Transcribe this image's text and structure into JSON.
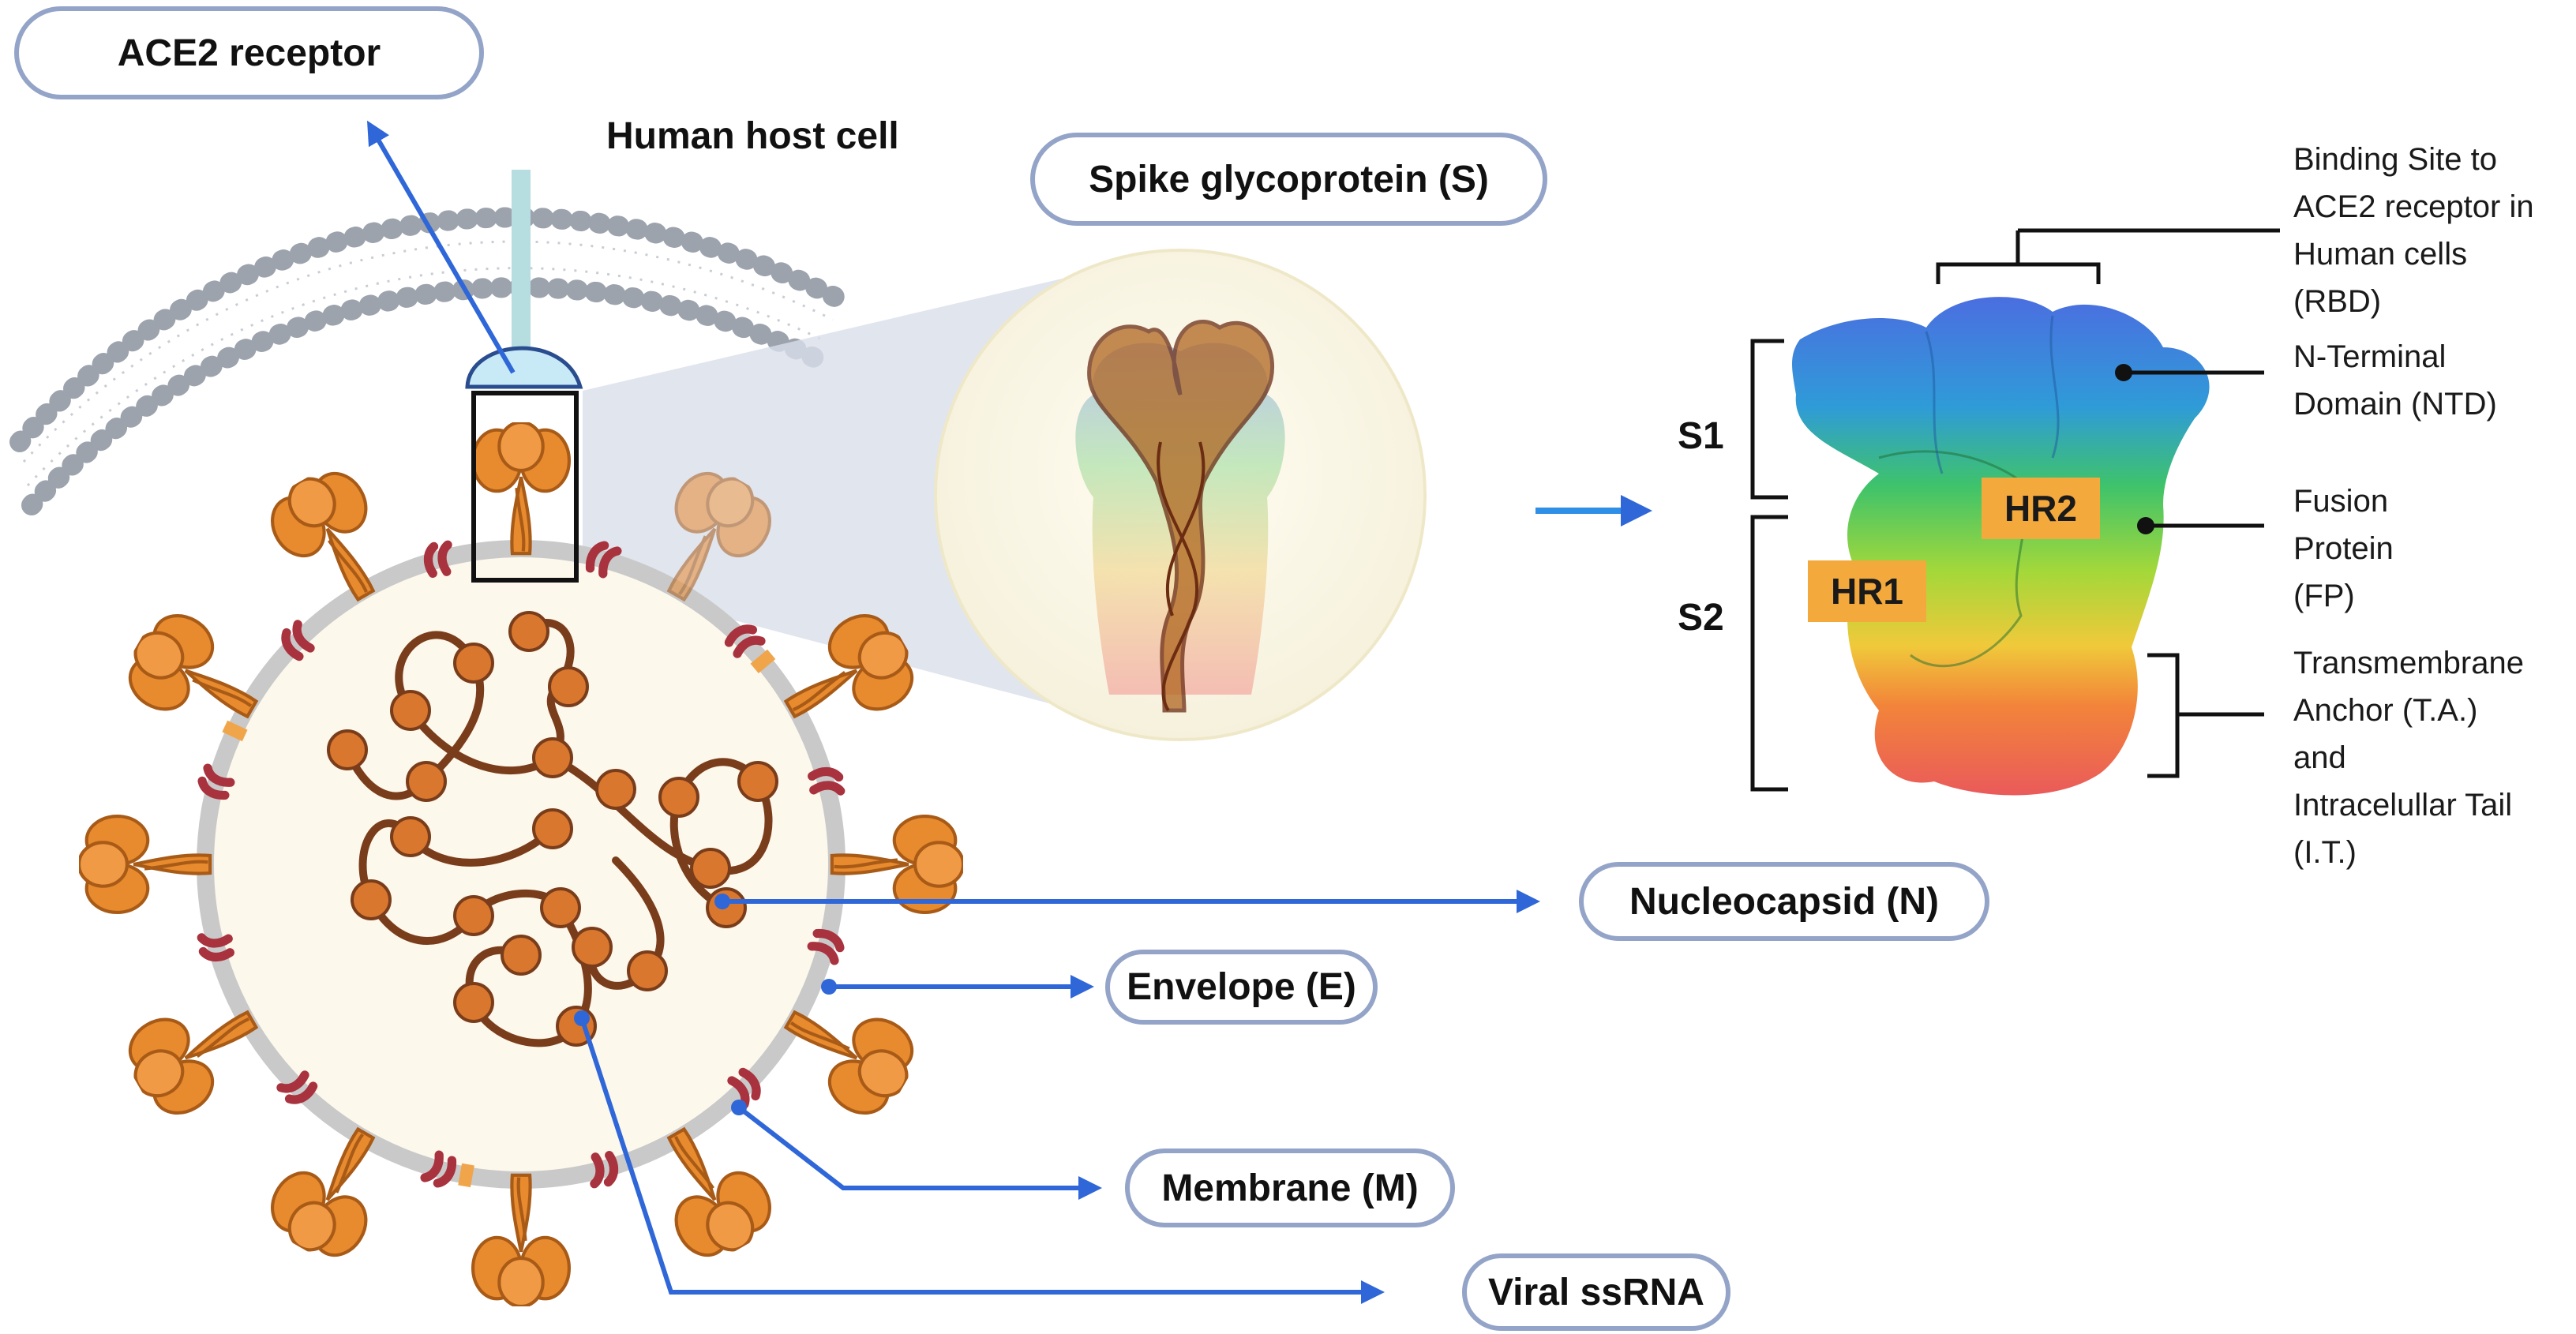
{
  "labels": {
    "ace2_receptor": "ACE2 receptor",
    "human_host_cell": "Human host cell",
    "spike": "Spike glycoprotein (S)",
    "nucleocapsid": "Nucleocapsid (N)",
    "envelope": "Envelope (E)",
    "membrane": "Membrane (M)",
    "viral_ssrna": "Viral ssRNA",
    "s1": "S1",
    "s2": "S2",
    "hr1": "HR1",
    "hr2": "HR2"
  },
  "structure_labels": {
    "rbd": [
      "Binding Site to",
      "ACE2 receptor in",
      "Human cells",
      "(RBD)"
    ],
    "ntd": [
      "N-Terminal",
      "Domain (NTD)"
    ],
    "fp": [
      "Fusion",
      "Protein",
      "(FP)"
    ],
    "ta": [
      "Transmembrane",
      "Anchor (T.A.)",
      "and",
      "Intracelullar Tail",
      "(I.T.)"
    ]
  },
  "colors": {
    "spike_orange": "#e88a2e",
    "membrane_protein": "#a8323e",
    "rna_brown": "#7a3d1b",
    "nucleocapsid_bead": "#d9772e",
    "envelope_gray": "#c9c9c9",
    "virion_fill": "#fdf8ec",
    "arrow_blue": "#2f67d8",
    "pill_border": "#93a4c8",
    "hr_box": "#f3a93c"
  },
  "icons": [
    "virion",
    "host-cell-membrane",
    "ace2-receptor",
    "spike-protein-structure"
  ]
}
